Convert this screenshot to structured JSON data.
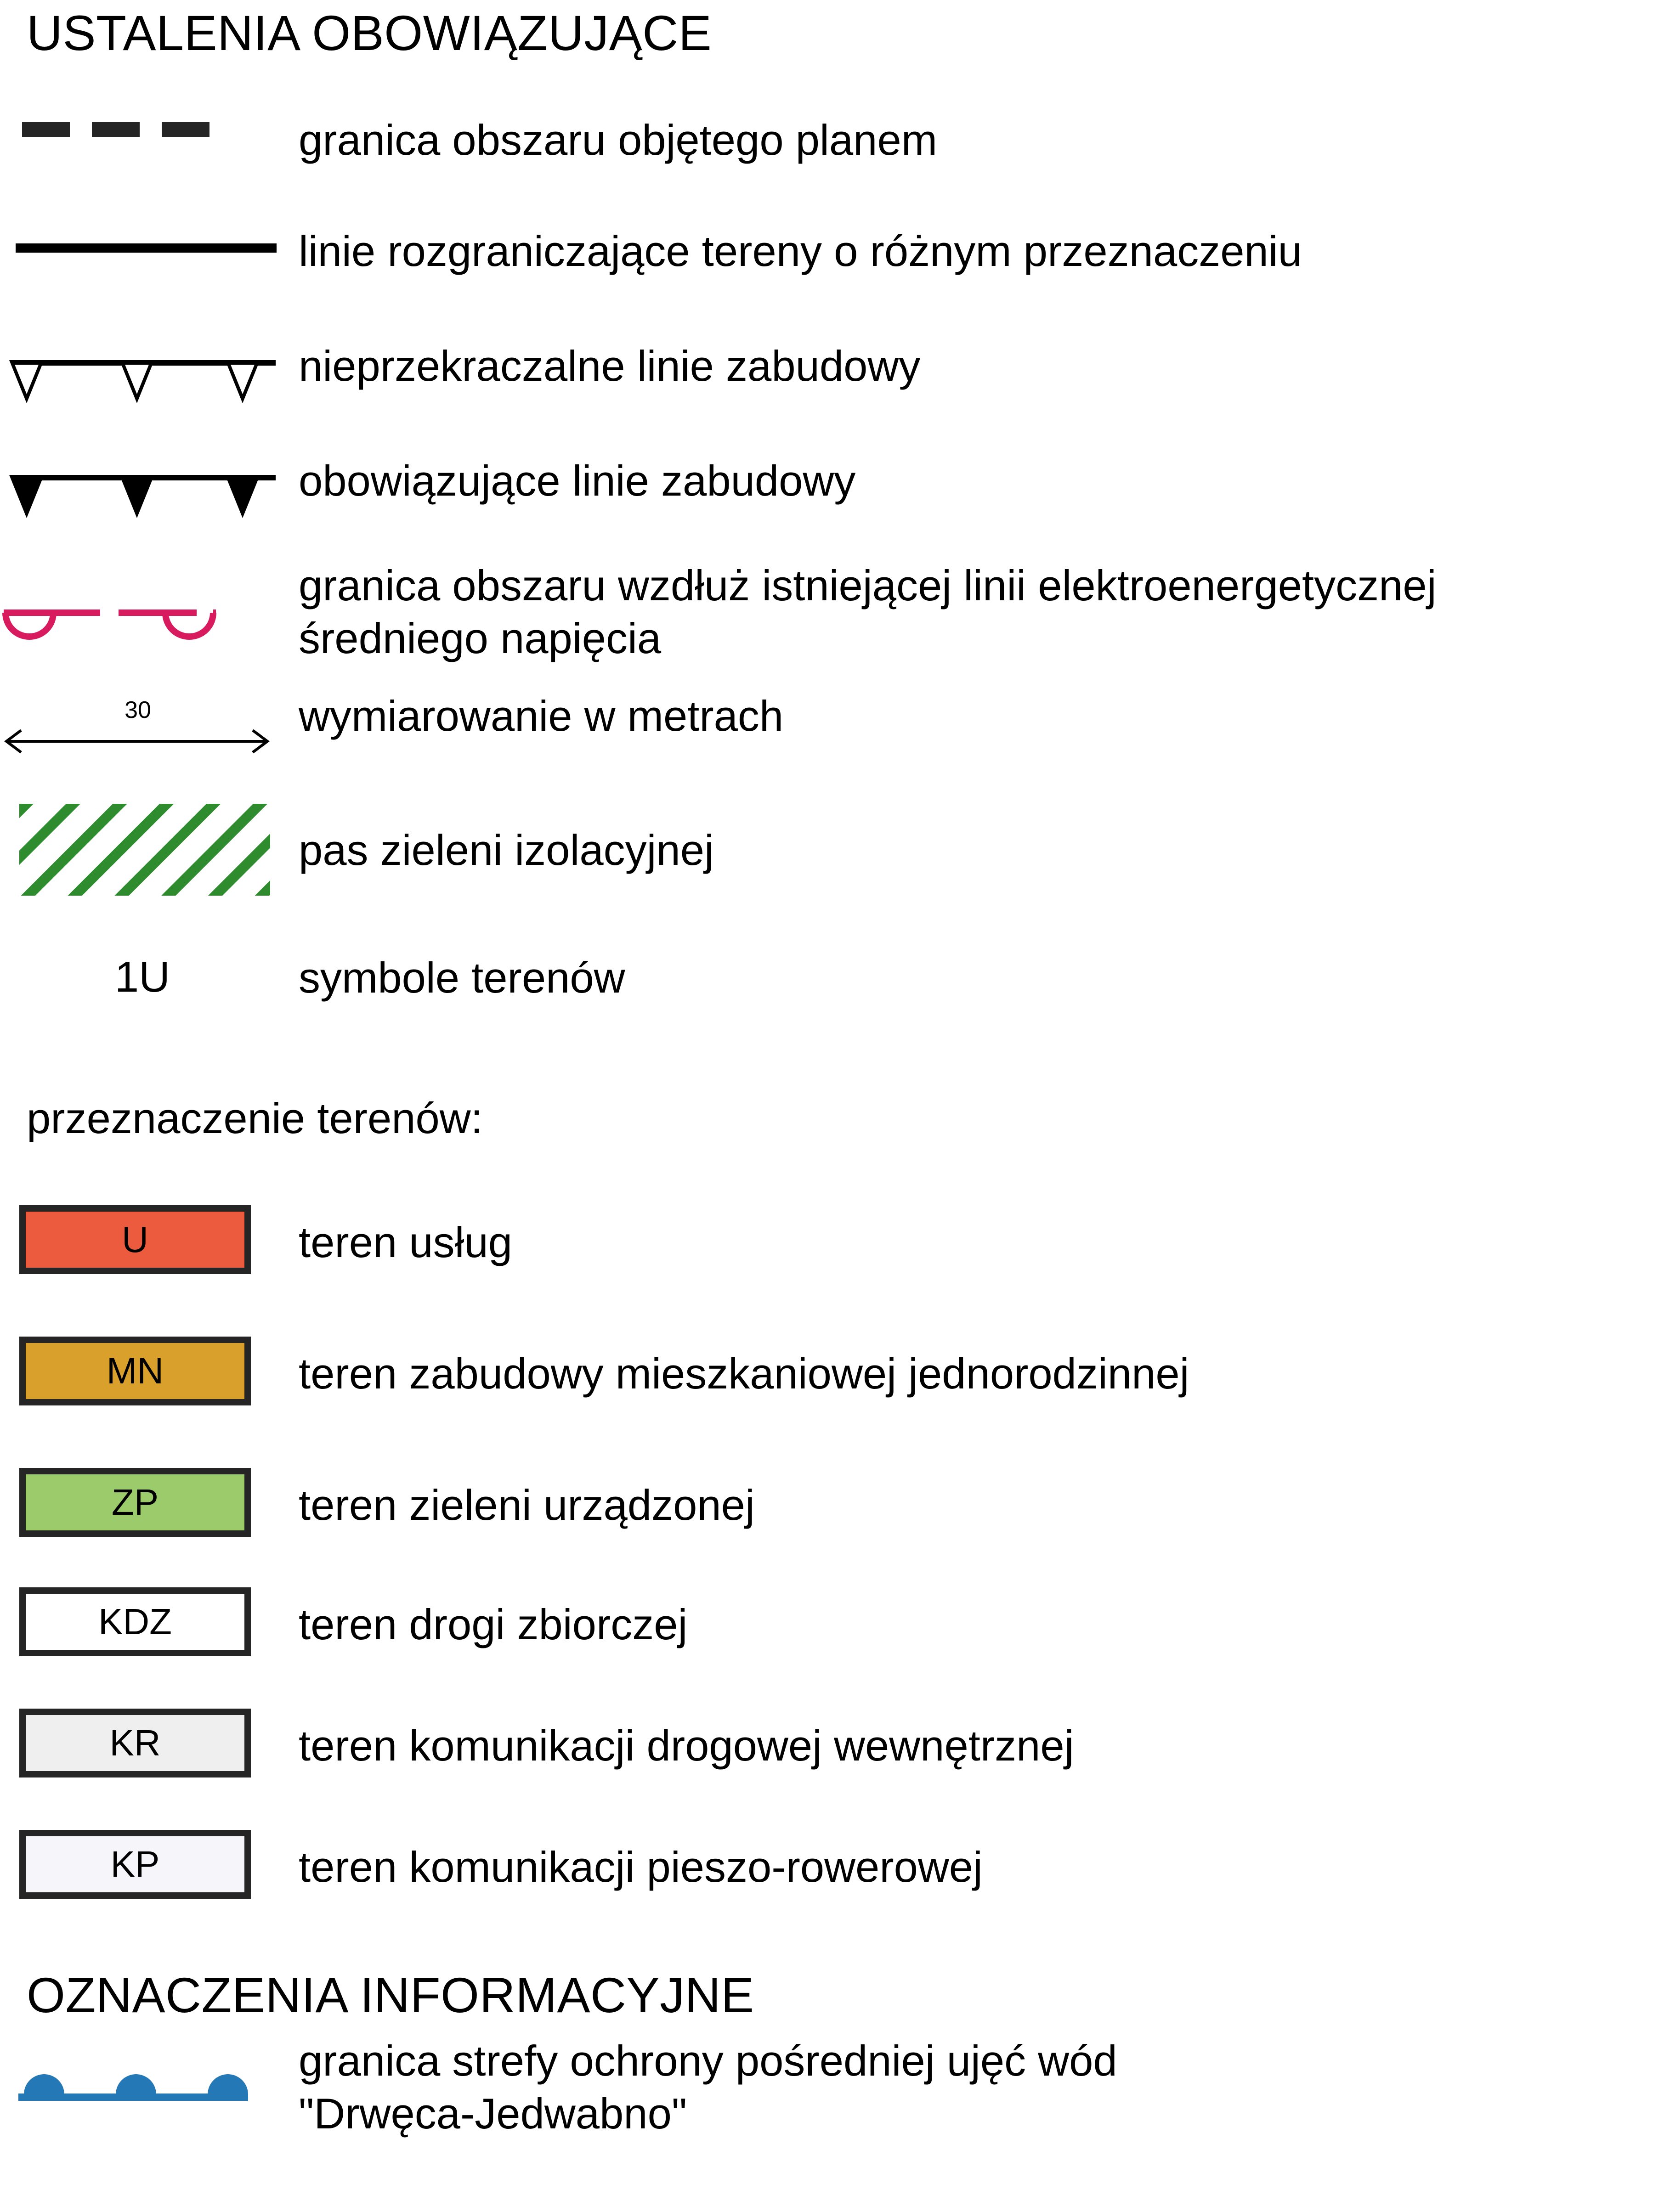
{
  "sections": {
    "mandatory_title": "USTALENIA OBOWIĄZUJĄCE",
    "informational_title": "OZNACZENIA INFORMACYJNE",
    "land_use_intro": "przeznaczenie terenów:"
  },
  "mandatory_items": [
    {
      "icon": "dashed-boundary-line-icon",
      "label": "granica obszaru objętego planem"
    },
    {
      "icon": "solid-separation-line-icon",
      "label": "linie rozgraniczające tereny o różnym przeznaczeniu"
    },
    {
      "icon": "open-triangle-line-icon",
      "label": "nieprzekraczalne linie zabudowy"
    },
    {
      "icon": "filled-triangle-line-icon",
      "label": "obowiązujące linie zabudowy"
    },
    {
      "icon": "power-line-boundary-icon",
      "label": "granica obszaru wzdłuż istniejącej linii elektroenergetycznej\nśredniego napięcia"
    },
    {
      "icon": "dimension-arrow-icon",
      "label": "wymiarowanie w metrach",
      "value": "30"
    },
    {
      "icon": "green-hatch-icon",
      "label": "pas zieleni izolacyjnej"
    },
    {
      "icon": "terrain-symbol-icon",
      "label": "symbole terenów",
      "value": "1U"
    }
  ],
  "land_use": [
    {
      "code": "U",
      "label": "teren usług",
      "fill": "#ED5B3E",
      "border": "#252525"
    },
    {
      "code": "MN",
      "label": "teren zabudowy mieszkaniowej jednorodzinnej",
      "fill": "#D9A02B",
      "border": "#252525"
    },
    {
      "code": "ZP",
      "label": "teren zieleni urządzonej",
      "fill": "#9CCB6B",
      "border": "#252525"
    },
    {
      "code": "KDZ",
      "label": "teren drogi zbiorczej",
      "fill": "#FFFFFF",
      "border": "#252525"
    },
    {
      "code": "KR",
      "label": "teren komunikacji drogowej wewnętrznej",
      "fill": "#EFEFEF",
      "border": "#252525"
    },
    {
      "code": "KP",
      "label": "teren komunikacji pieszo-rowerowej",
      "fill": "#F5F5FA",
      "border": "#252525"
    }
  ],
  "informational_items": [
    {
      "icon": "water-protection-zone-icon",
      "label": "granica strefy ochrony pośredniej ujęć wód\n\"Drwęca-Jedwabno\""
    }
  ],
  "colors": {
    "ink": "#000000",
    "dash_gray": "#252525",
    "power_line": "#D81B5E",
    "hatch_green": "#2E8B2E",
    "water_blue": "#2478B5"
  }
}
